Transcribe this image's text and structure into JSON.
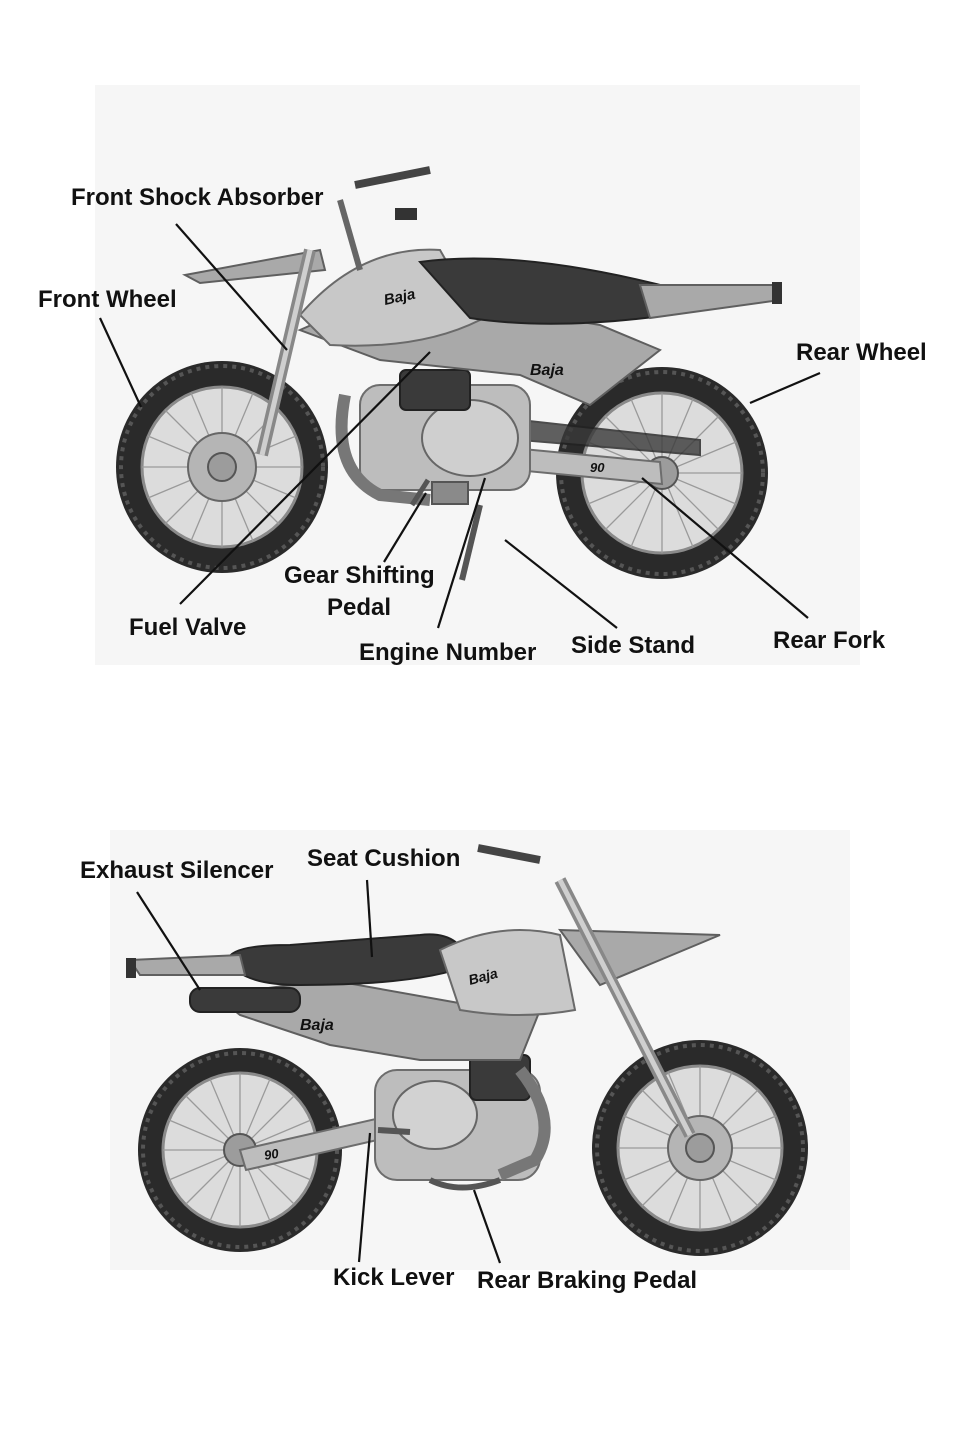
{
  "top_view": {
    "labels": {
      "front_shock_absorber": "Front Shock Absorber",
      "front_wheel": "Front Wheel",
      "rear_wheel": "Rear Wheel",
      "fuel_valve": "Fuel Valve",
      "gear_shifting_pedal_line1": "Gear Shifting",
      "gear_shifting_pedal_line2": "Pedal",
      "engine_number": "Engine Number",
      "side_stand": "Side Stand",
      "rear_fork": "Rear Fork"
    },
    "decals": {
      "brand": "Baja",
      "model": "90"
    }
  },
  "bottom_view": {
    "labels": {
      "exhaust_silencer": "Exhaust Silencer",
      "seat_cushion": "Seat Cushion",
      "kick_lever": "Kick Lever",
      "rear_braking_pedal": "Rear Braking Pedal"
    },
    "decals": {
      "brand": "Baja",
      "model": "90"
    }
  },
  "colors": {
    "label_text": "#111111",
    "leader_line": "#111111",
    "background": "#ffffff"
  }
}
